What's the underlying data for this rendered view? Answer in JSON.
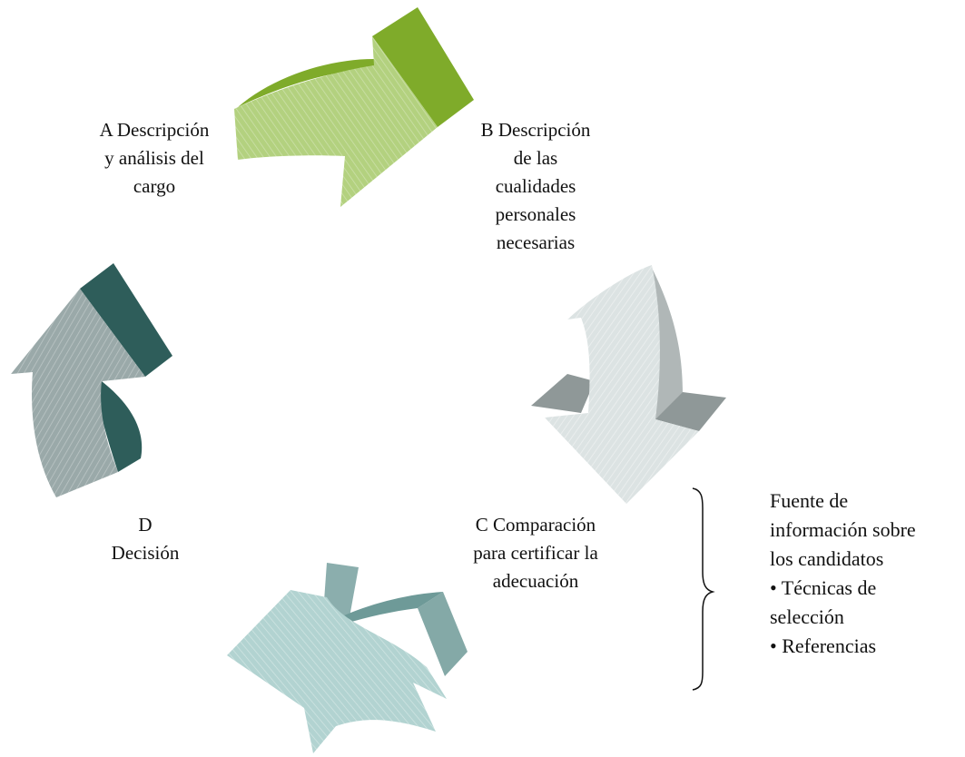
{
  "colors": {
    "arrow_a_main": "#b3d17f",
    "arrow_a_top": "#7fab2a",
    "arrow_b_main": "#dce3e3",
    "arrow_b_dark": "#8f9898",
    "arrow_c_main": "#b2d3d1",
    "arrow_c_dark": "#6e9a98",
    "arrow_d_main": "#9aa9a9",
    "arrow_d_dark": "#2e5d5a",
    "text": "#111111"
  },
  "steps": [
    {
      "id": "A",
      "lines": [
        "A Descripción",
        "y análisis del",
        "cargo"
      ]
    },
    {
      "id": "B",
      "lines": [
        "B Descripción",
        "de las",
        "cualidades",
        "personales",
        "necesarias"
      ]
    },
    {
      "id": "C",
      "lines": [
        "C Comparación",
        "para certificar la",
        "adecuación"
      ]
    },
    {
      "id": "D",
      "lines": [
        "D",
        "Decisión"
      ]
    }
  ],
  "info": {
    "lines": [
      "Fuente de",
      "información sobre",
      "los candidatos",
      "• Técnicas de",
      "selección",
      "• Referencias"
    ]
  }
}
